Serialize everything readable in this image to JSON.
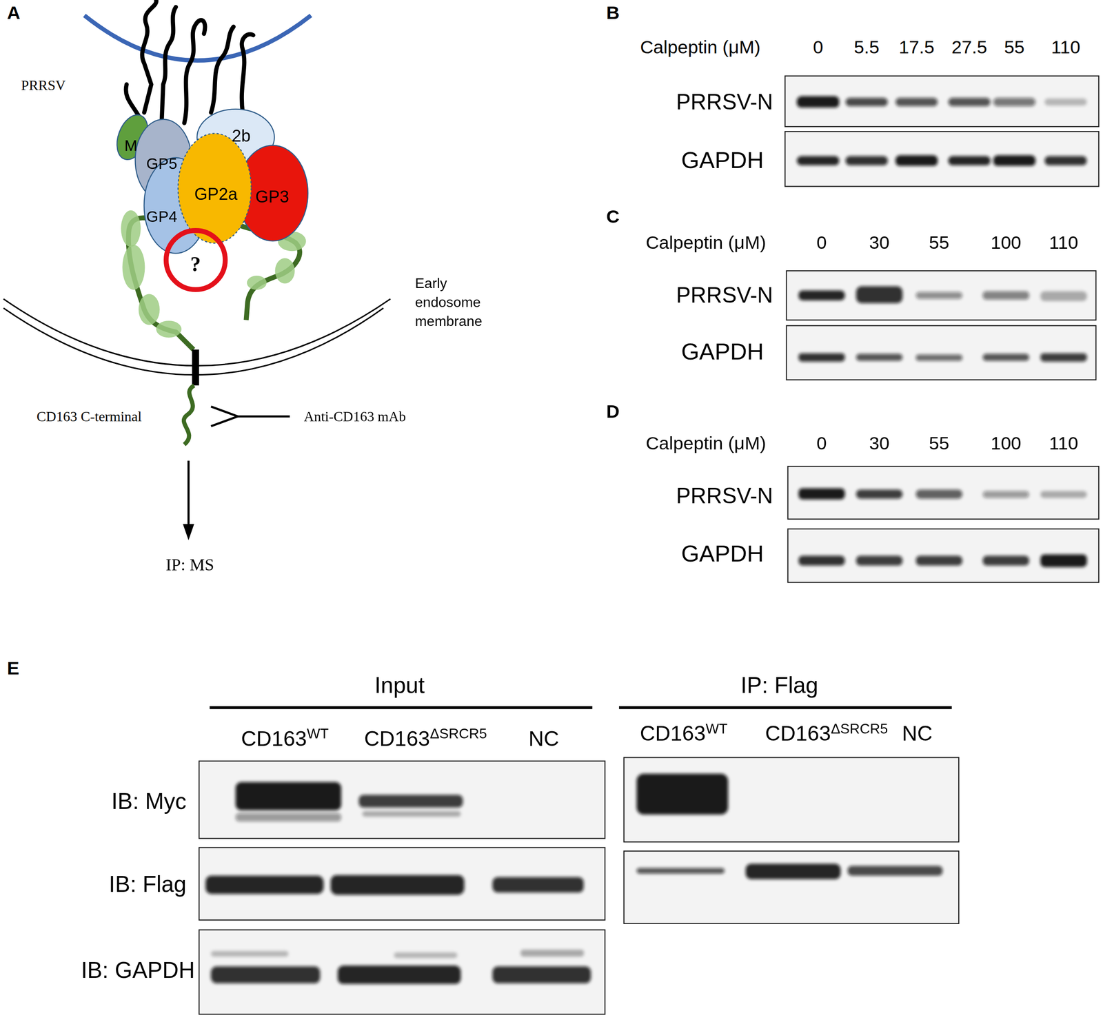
{
  "diagram": {
    "nodes": [
      {
        "text": [
          "M"
        ]
      },
      {
        "text": [
          "GP5"
        ]
      },
      {
        "text": [
          "2b"
        ]
      },
      {
        "text": [
          "GP3"
        ]
      },
      {
        "text": [
          "GP4"
        ]
      },
      {
        "text": [
          "GP2a"
        ]
      },
      {
        "text": [
          "?"
        ]
      }
    ],
    "labels": [
      "A",
      "PRRSV",
      "Early endosome membrane",
      "CD163 C-terminal",
      "Anti-CD163 mAb",
      "IP: MS",
      "B",
      "Calpeptin (μM)",
      "0",
      "5.5",
      "17.5",
      "27.5",
      "55",
      "110",
      "PRRSV-N",
      "GAPDH",
      "C",
      "Calpeptin (μM)",
      "0",
      "30",
      "55",
      "100",
      "110",
      "PRRSV-N",
      "GAPDH",
      "D",
      "Calpeptin (μM)",
      "0",
      "30",
      "55",
      "100",
      "110",
      "PRRSV-N",
      "GAPDH",
      "E",
      "Input",
      "IP: Flag",
      "CD163",
      "WT",
      "CD163",
      "ΔSRCR5",
      "NC",
      "CD163",
      "WT",
      "CD163",
      "ΔSRCR5",
      "NC",
      "IB: Myc",
      "IB: Flag",
      "IB: GAPDH"
    ]
  }
}
